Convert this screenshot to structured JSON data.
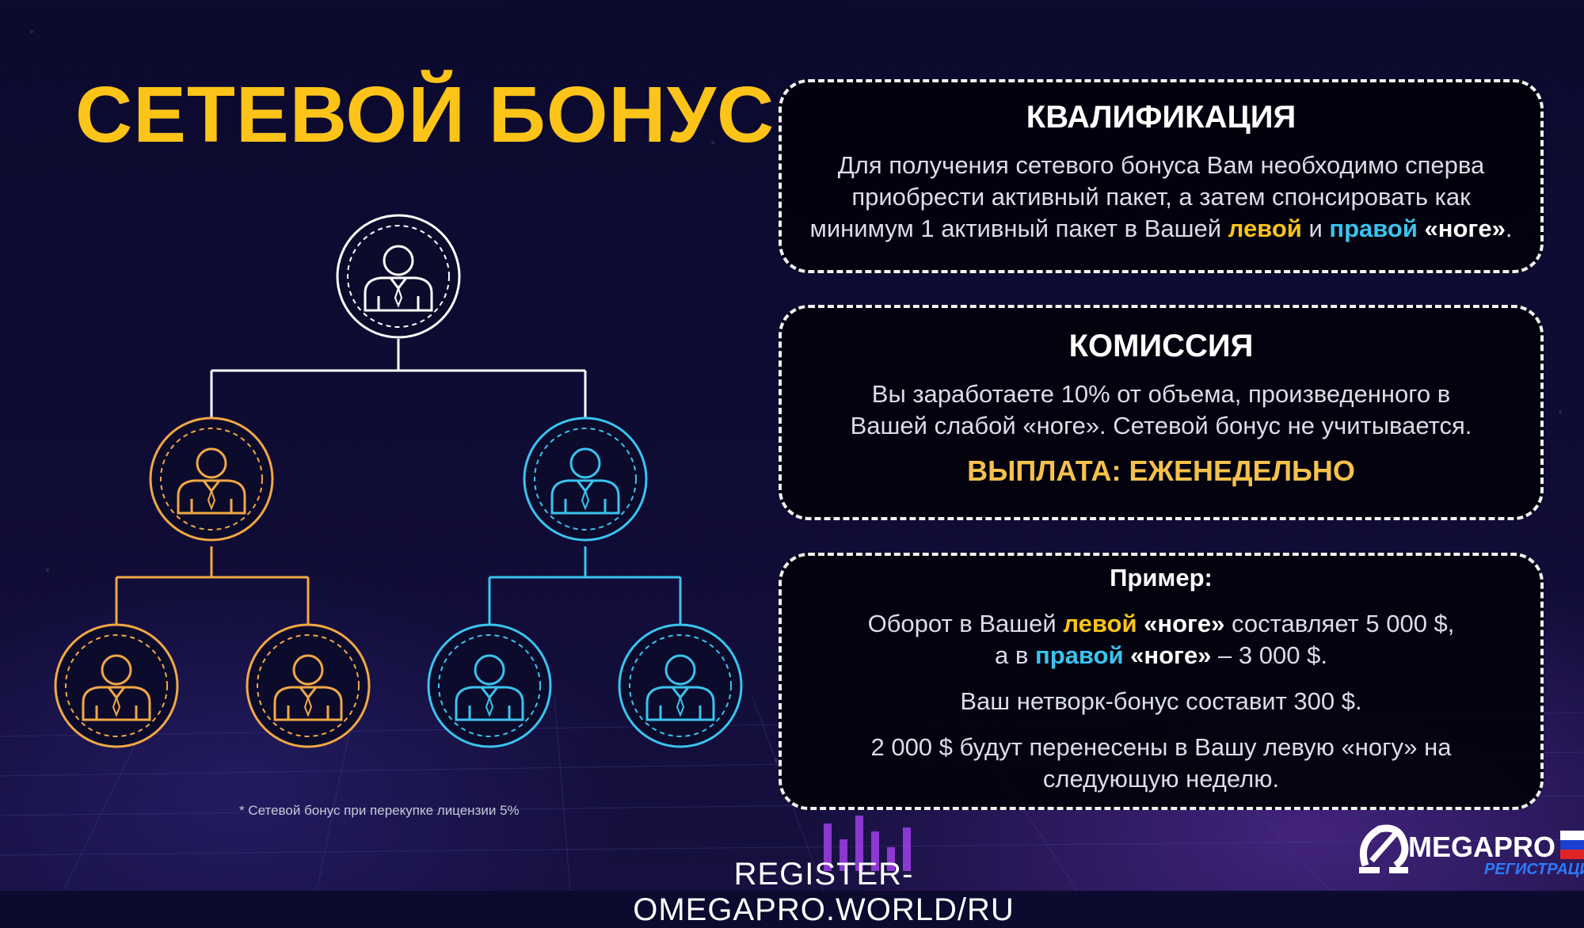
{
  "title": "СЕТЕВОЙ БОНУС",
  "footnote": "* Сетевой бонус при перекупке лицензии 5%",
  "colors": {
    "left_leg": "#f1a845",
    "right_leg": "#3bc3ef",
    "root": "#ffffff",
    "accent_yellow": "#fcc419"
  },
  "tree": {
    "root_icon": "person-icon",
    "left_leg_icon": "person-icon",
    "right_leg_icon": "person-icon"
  },
  "qualification": {
    "heading": "КВАЛИФИКАЦИЯ",
    "line1": "Для получения сетевого бонуса Вам необходимо сперва",
    "line2": "приобрести активный пакет, а затем спонсировать как",
    "line3_a": "минимум 1 активный пакет в Вашей ",
    "left": "левой",
    "and": " и ",
    "right": "правой",
    "leg": " «ноге»",
    "dot": "."
  },
  "commission": {
    "heading": "КОМИССИЯ",
    "line1": "Вы заработаете 10% от объема, произведенного в",
    "line2": "Вашей слабой «ноге». Сетевой бонус не учитывается.",
    "payout": "ВЫПЛАТА: ЕЖЕНЕДЕЛЬНО"
  },
  "example": {
    "heading": "Пример:",
    "l1_a": "Оборот в Вашей ",
    "l1_left": "левой",
    "l1_leg": " «ноге»",
    "l1_b": " составляет 5 000 $,",
    "l2_a": "а в ",
    "l2_right": "правой",
    "l2_leg": " «ноге»",
    "l2_b": " – 3 000 $.",
    "l3": "Ваш нетворк-бонус составит 300 $.",
    "l4": "2 000 $ будут перенесены в Вашу левую «ногу» на",
    "l5": "следующую неделю."
  },
  "site_url": "REGISTER-OMEGAPRO.WORLD/RU",
  "logo": {
    "text": "MEGAPRO",
    "subtitle": "РЕГИСТРАЦИ"
  }
}
